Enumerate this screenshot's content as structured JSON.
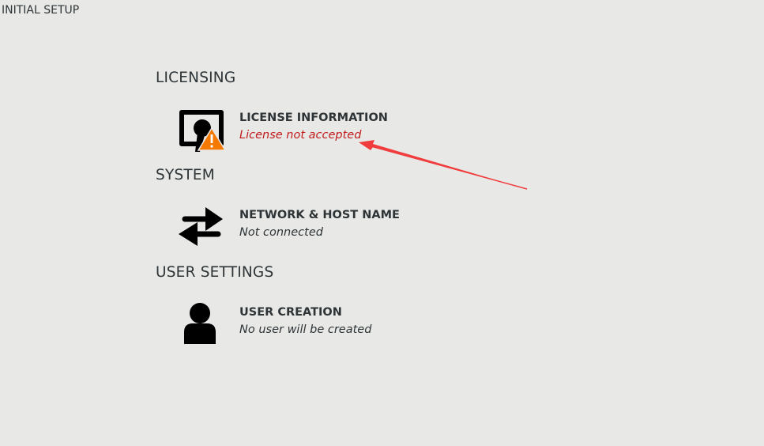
{
  "header": {
    "title": "INITIAL SETUP"
  },
  "sections": {
    "licensing": {
      "heading": "LICENSING",
      "spoke": {
        "title": "LICENSE INFORMATION",
        "status": "License not accepted",
        "icon": "license-warning-icon"
      }
    },
    "system": {
      "heading": "SYSTEM",
      "spoke": {
        "title": "NETWORK & HOST NAME",
        "status": "Not connected",
        "icon": "network-arrows-icon"
      }
    },
    "user_settings": {
      "heading": "USER SETTINGS",
      "spoke": {
        "title": "USER CREATION",
        "status": "No user will be created",
        "icon": "user-icon"
      }
    }
  },
  "colors": {
    "background": "#e8e8e7",
    "text": "#2e3436",
    "warning_text": "#c01c1c",
    "warning_badge": "#f57900",
    "annotation_arrow": "#f03c3c"
  }
}
